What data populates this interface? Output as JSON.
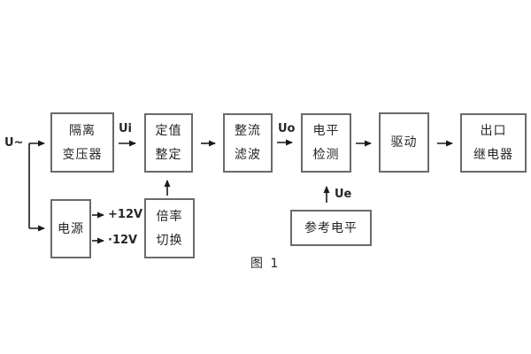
{
  "diagram": {
    "caption": "图 1",
    "input_label": "U~",
    "signal_labels": {
      "ui": "Ui",
      "uo": "Uo",
      "ue": "Ue"
    },
    "power_outputs": {
      "positive": "+12V",
      "negative": "·12V"
    },
    "blocks": {
      "isolation_transformer": {
        "lines": [
          "隔离",
          "变压器"
        ]
      },
      "setting": {
        "lines": [
          "定值",
          "整定"
        ]
      },
      "rectifier_filter": {
        "lines": [
          "整流",
          "滤波"
        ]
      },
      "level_detection": {
        "lines": [
          "电平",
          "检测"
        ]
      },
      "drive": {
        "lines": [
          "驱动"
        ]
      },
      "output_relay": {
        "lines": [
          "出口",
          "继电器"
        ]
      },
      "power_supply": {
        "lines": [
          "电源"
        ]
      },
      "ratio_switch": {
        "lines": [
          "倍率",
          "切换"
        ]
      },
      "reference_level": {
        "lines": [
          "参考电平"
        ]
      }
    },
    "colors": {
      "background": "#ffffff",
      "box_border": "#6a6a6a",
      "text": "#262626",
      "wire": "#1a1a1a"
    }
  }
}
